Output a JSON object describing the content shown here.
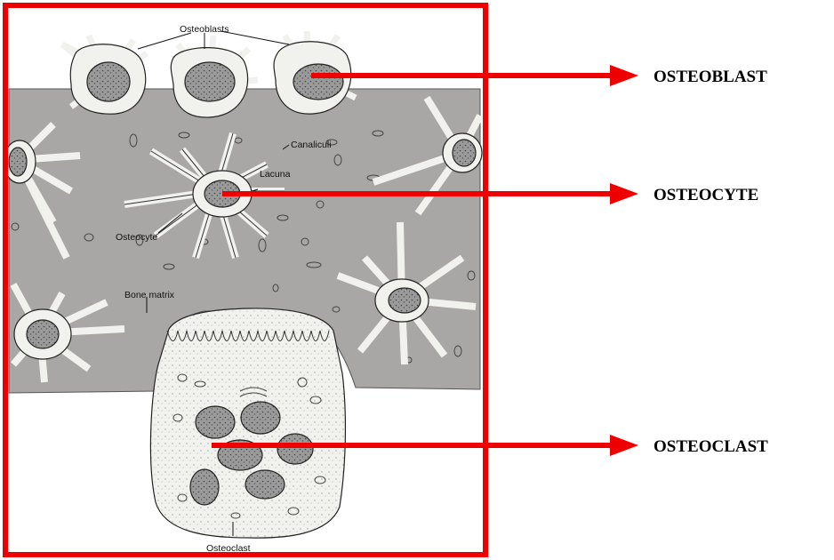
{
  "figure": {
    "labels": {
      "osteoblasts": "Osteoblasts",
      "canaliculi": "Canaliculi",
      "lacuna": "Lacuna",
      "osteocyte": "Osteocyte",
      "bone_matrix": "Bone matrix",
      "osteoclast": "Osteoclast"
    },
    "callouts": {
      "osteoblast": "OSTEOBLAST",
      "osteocyte": "OSTEOCYTE",
      "osteoclast": "OSTEOCLAST"
    },
    "colors": {
      "frame": "#ee0000",
      "arrow": "#ee0000",
      "bone_matrix": "#a9a7a5",
      "cell_fill": "#f1f1ee",
      "nucleus": "#8f8f8f"
    }
  }
}
